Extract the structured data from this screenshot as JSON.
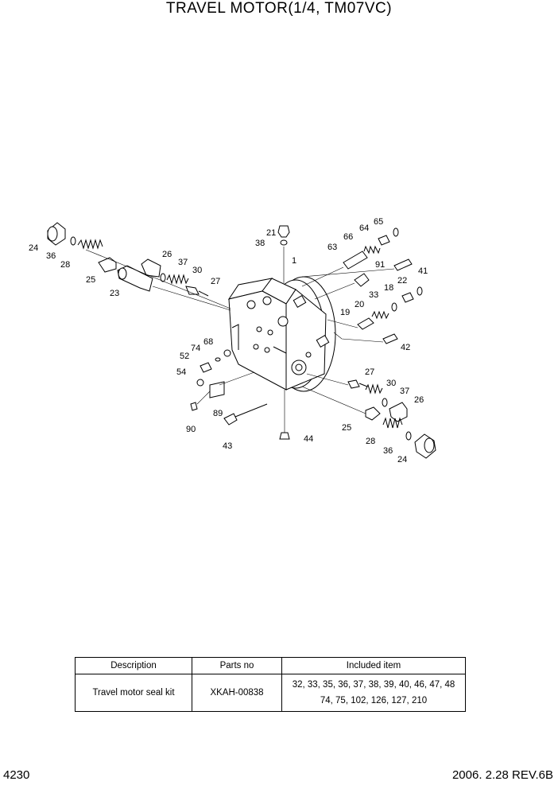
{
  "title": "TRAVEL MOTOR(1/4, TM07VC)",
  "callouts": [
    "1",
    "18",
    "19",
    "20",
    "21",
    "22",
    "23",
    "24",
    "25",
    "26",
    "27",
    "28",
    "30",
    "33",
    "36",
    "37",
    "38",
    "41",
    "42",
    "43",
    "44",
    "52",
    "54",
    "63",
    "64",
    "65",
    "66",
    "68",
    "74",
    "89",
    "90",
    "91"
  ],
  "table": {
    "headers": [
      "Description",
      "Parts no",
      "Included item"
    ],
    "rows": [
      {
        "description": "Travel motor seal kit",
        "parts_no": "XKAH-00838",
        "included_line1": "32, 33, 35, 36, 37, 38, 39, 40, 46, 47, 48",
        "included_line2": "74, 75, 102, 126, 127, 210"
      }
    ]
  },
  "footer": {
    "page": "4230",
    "revision": "2006. 2.28  REV.6B"
  }
}
